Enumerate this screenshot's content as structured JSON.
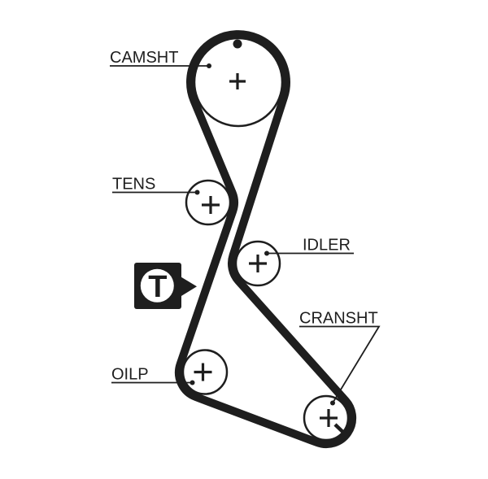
{
  "diagram": {
    "colors": {
      "ink": "#1e1e1e",
      "background": "#ffffff"
    },
    "labels": {
      "camshaft": "CAMSHT",
      "tensioner": "TENS",
      "idler": "IDLER",
      "crankshaft": "CRANSHT",
      "oil_pump": "OILP"
    },
    "tensioner_marker_letter": "T"
  }
}
